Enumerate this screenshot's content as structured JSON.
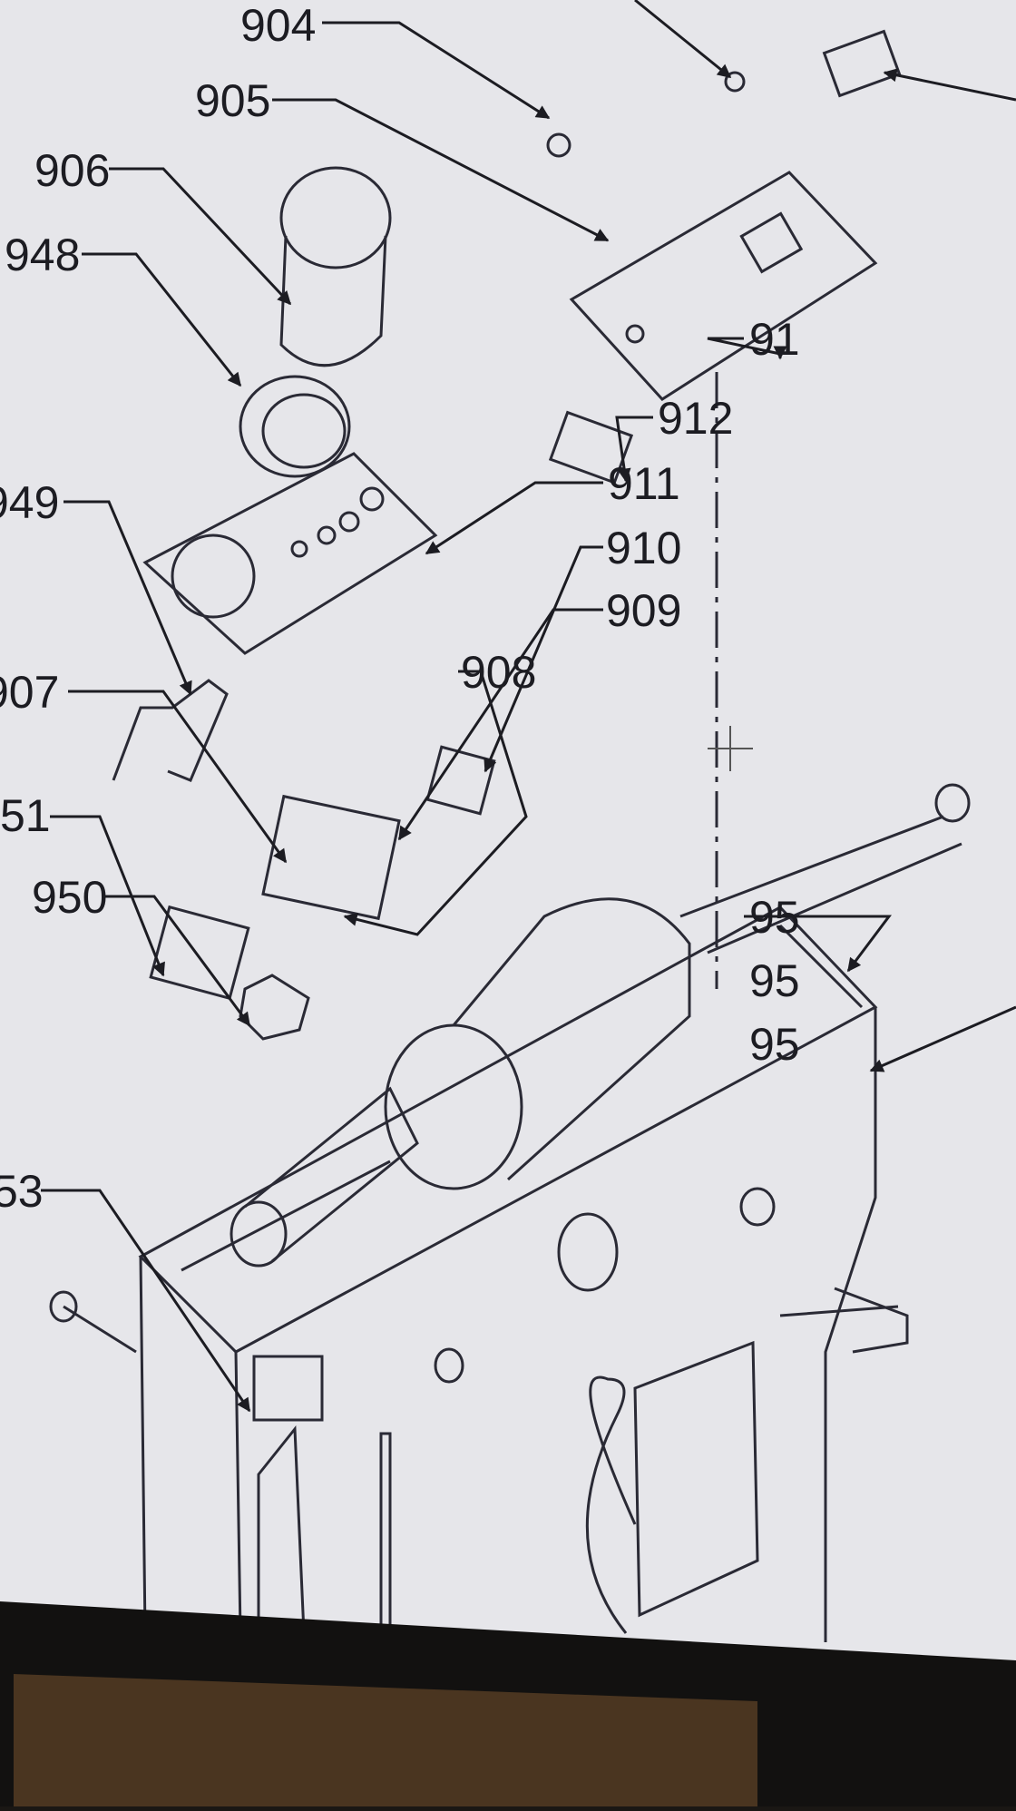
{
  "diagram": {
    "type": "exploded-parts-diagram",
    "callouts": [
      {
        "id": "c904",
        "label": "904"
      },
      {
        "id": "c905",
        "label": "905"
      },
      {
        "id": "c906",
        "label": "906"
      },
      {
        "id": "c948",
        "label": "948"
      },
      {
        "id": "c949",
        "label": "949"
      },
      {
        "id": "c907",
        "label": "907"
      },
      {
        "id": "c951",
        "label": "51"
      },
      {
        "id": "c950",
        "label": "950"
      },
      {
        "id": "c953",
        "label": "53"
      },
      {
        "id": "c91x",
        "label": "91"
      },
      {
        "id": "c912",
        "label": "912"
      },
      {
        "id": "c911",
        "label": "911"
      },
      {
        "id": "c910",
        "label": "910"
      },
      {
        "id": "c909",
        "label": "909"
      },
      {
        "id": "c908",
        "label": "908"
      },
      {
        "id": "c95a",
        "label": "95"
      },
      {
        "id": "c95b",
        "label": "95"
      },
      {
        "id": "c95c",
        "label": "95"
      }
    ]
  },
  "colors": {
    "screen": "#e6e6ea",
    "ink": "#1c1c22",
    "bezel": "#121110",
    "paper": "#4a3520"
  }
}
